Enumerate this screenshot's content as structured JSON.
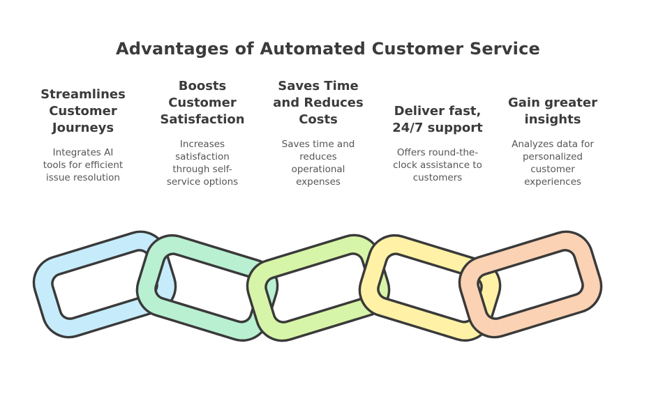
{
  "diagram": {
    "title": "Advantages of Automated Customer Service",
    "items": [
      {
        "heading": "Streamlines\nCustomer\nJourneys",
        "description": "Integrates AI\ntools for efficient\nissue resolution",
        "color": "#c6ecfb"
      },
      {
        "heading": "Boosts\nCustomer\nSatisfaction",
        "description": "Increases\nsatisfaction\nthrough self-\nservice options",
        "color": "#b9f0d2"
      },
      {
        "heading": "Saves Time\nand Reduces\nCosts",
        "description": "Saves time and\nreduces\noperational\nexpenses",
        "color": "#d7f5a8"
      },
      {
        "heading": "Deliver fast,\n24/7 support",
        "description": "Offers round-the-\nclock assistance to\ncustomers",
        "color": "#fff2a6"
      },
      {
        "heading": "Gain greater\ninsights",
        "description": "Analyzes data for\npersonalized\ncustomer\nexperiences",
        "color": "#fbd2b4"
      }
    ],
    "outline_color": "#3a3a3a"
  }
}
